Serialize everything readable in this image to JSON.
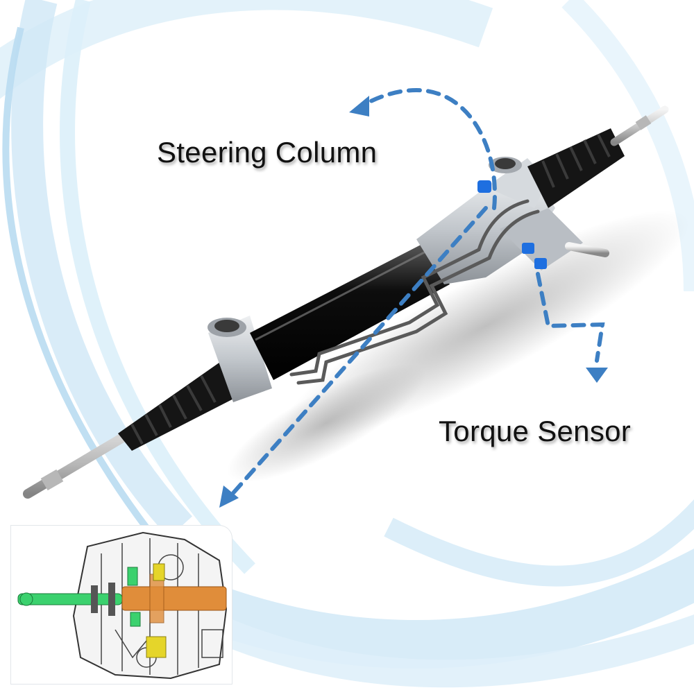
{
  "labels": {
    "steering_column": "Steering Column",
    "torque_sensor": "Torque Sensor"
  },
  "colors": {
    "arrow": "#3d7fc3",
    "rack_tube": "#0e0e0e",
    "bellows": "#1a1a1a",
    "housing": "#c7ccd2",
    "fitting_blue": "#1e6fe0",
    "background_wave": "#bfe0f2",
    "inset_shaft_green": "#3bd16e",
    "inset_shaft_orange": "#e08d3a"
  },
  "icons": {
    "arrow_head": "triangle-arrowhead"
  }
}
